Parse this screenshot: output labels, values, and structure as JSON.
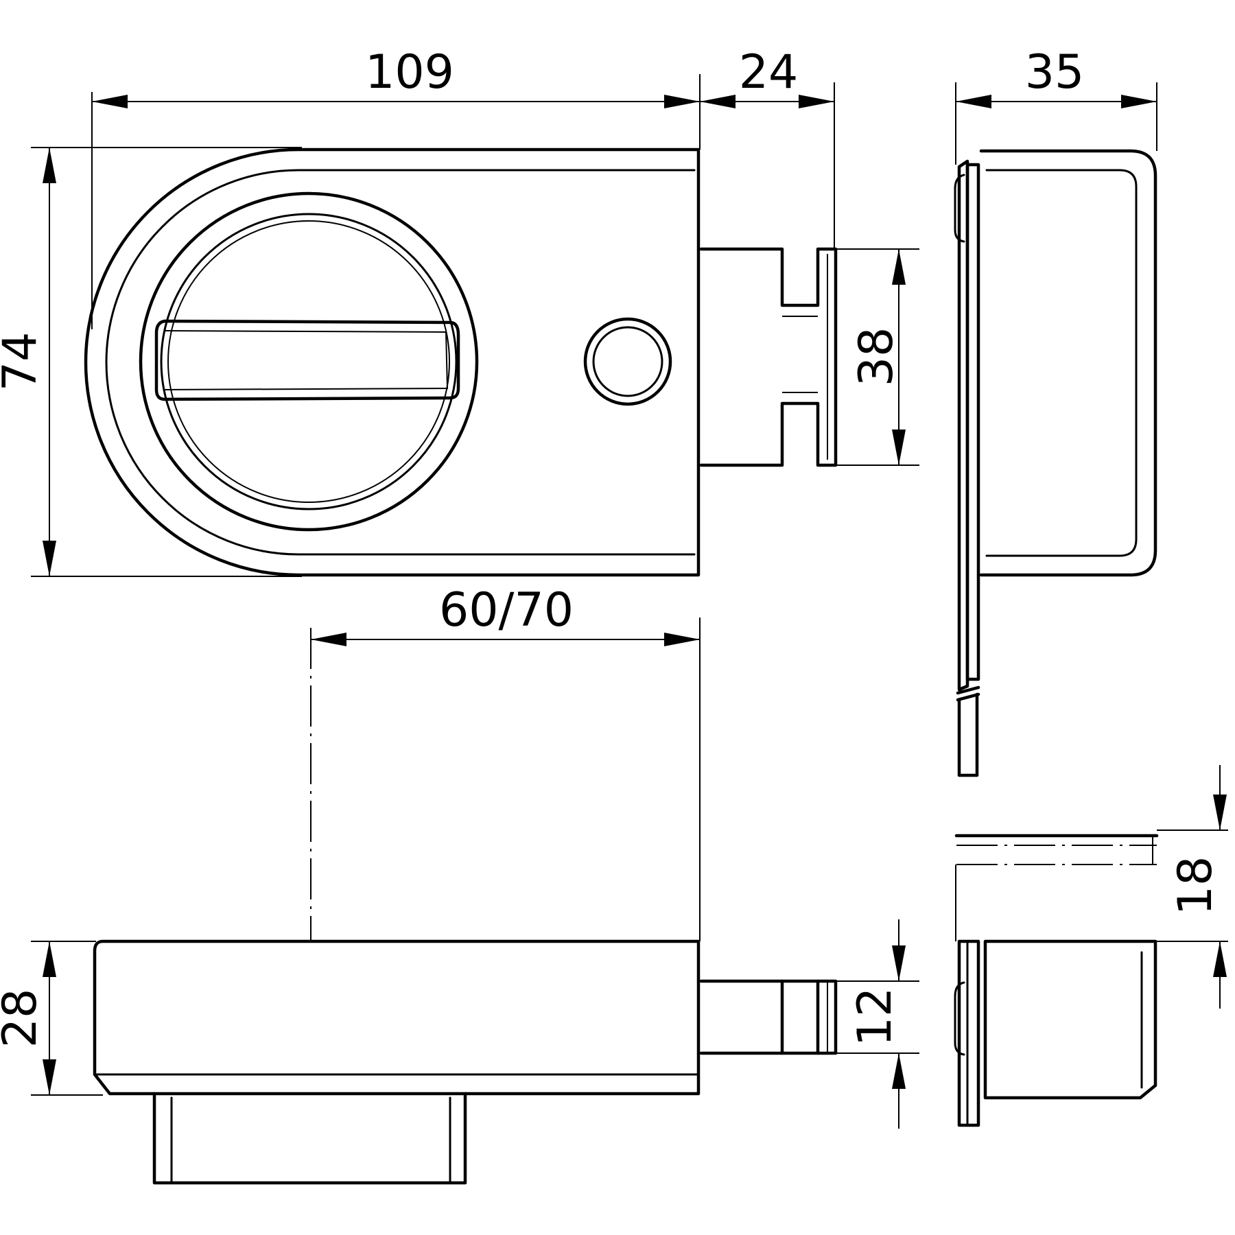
{
  "dimensions": {
    "width_109": "109",
    "latch_24": "24",
    "depth_35": "35",
    "height_74": "74",
    "bolt_38": "38",
    "backset_60_70": "60/70",
    "thickness_28": "28",
    "bolt_12": "12",
    "keeper_18": "18"
  }
}
